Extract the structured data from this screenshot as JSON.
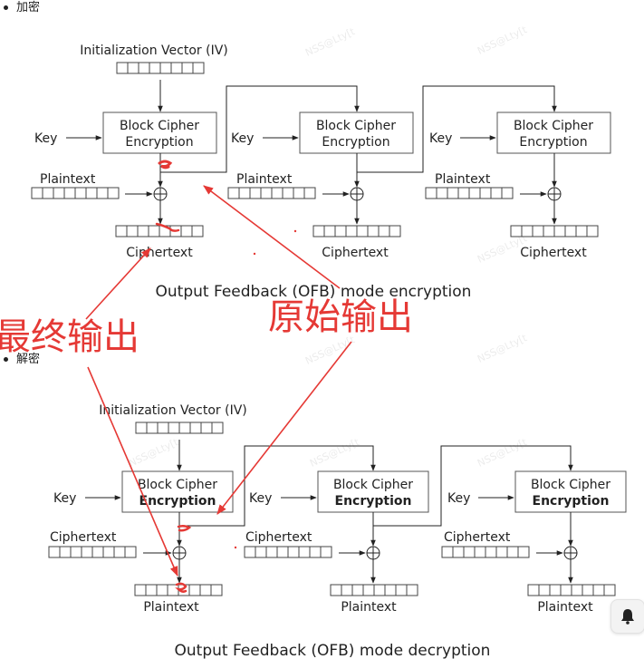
{
  "sections": {
    "encrypt_label": "加密",
    "decrypt_label": "解密"
  },
  "encryption": {
    "iv_label": "Initialization Vector (IV)",
    "stage_title_line1": "Block Cipher",
    "stage_title_line2": "Encryption",
    "key_label": "Key",
    "input_label": "Plaintext",
    "output_label": "Ciphertext",
    "caption": "Output Feedback (OFB) mode encryption"
  },
  "decryption": {
    "iv_label": "Initialization Vector (IV)",
    "stage_title_line1": "Block Cipher",
    "stage_title_line2": "Encryption",
    "key_label": "Key",
    "input_label": "Ciphertext",
    "output_label": "Plaintext",
    "caption": "Output Feedback (OFB) mode decryption"
  },
  "annotations": {
    "final_output": "最终输出",
    "raw_output": "原始输出",
    "color": "#e53935"
  },
  "watermark_text": "NSS@Lty[t",
  "float_button_icon": "bell-icon"
}
